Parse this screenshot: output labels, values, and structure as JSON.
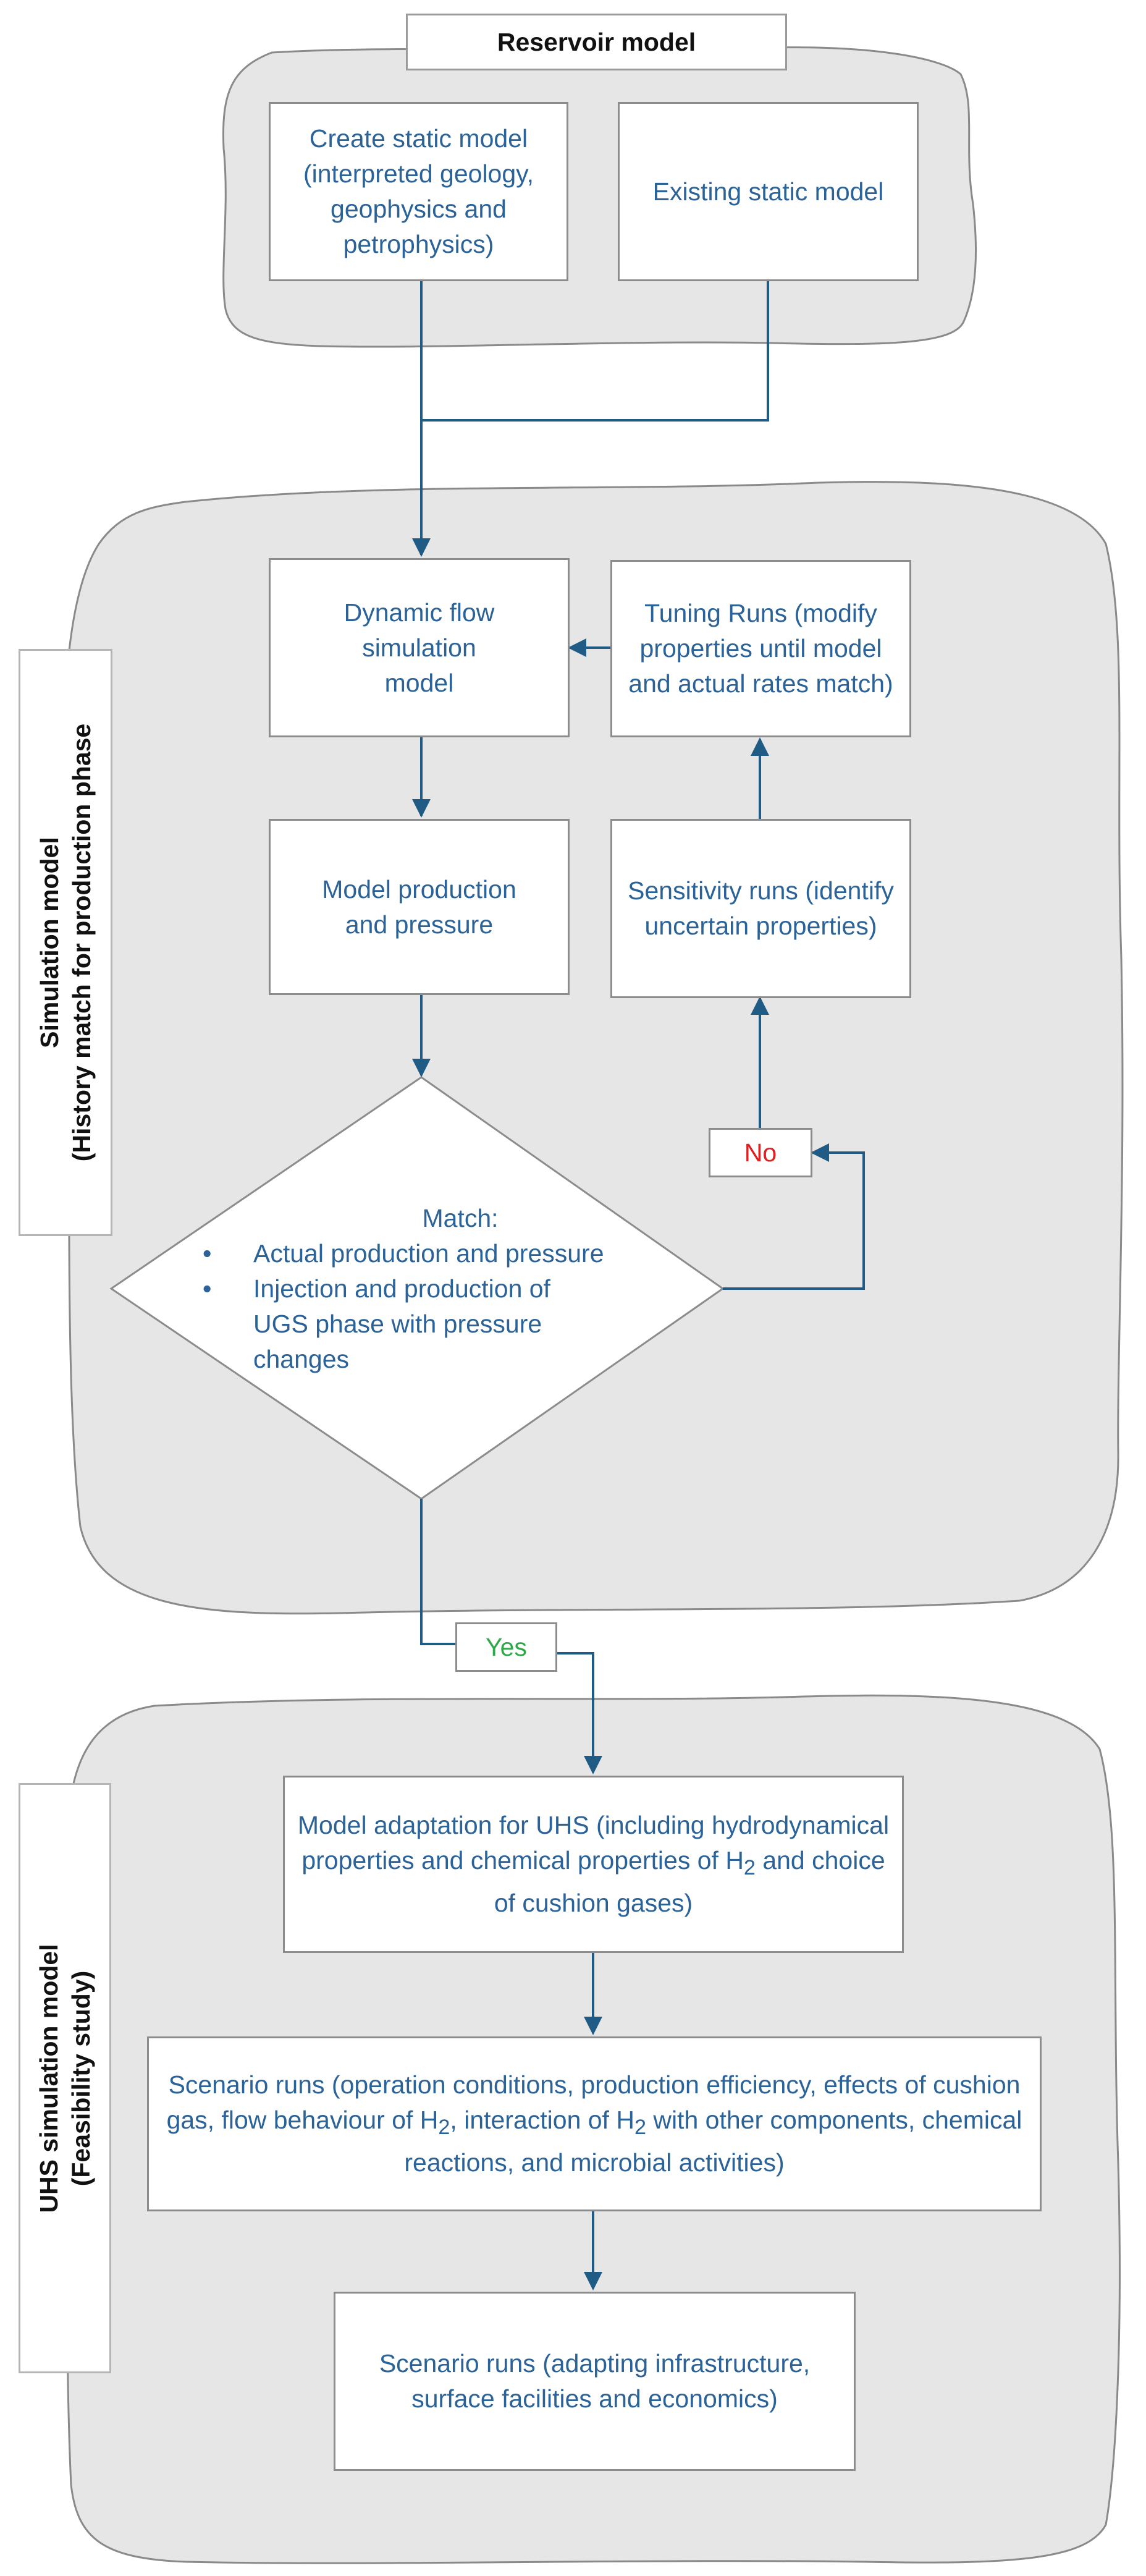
{
  "sections": {
    "reservoir": {
      "title": "Reservoir model"
    },
    "simulation": {
      "label_line1": "Simulation model",
      "label_line2": "(History match for production phase"
    },
    "uhs": {
      "label_line1": "UHS simulation model",
      "label_line2": "(Feasibility study)"
    }
  },
  "nodes": {
    "create_static": "Create static model (interpreted geology, geophysics and petrophysics)",
    "existing_static": "Existing static model",
    "dynamic_flow": "Dynamic flow simulation model",
    "tuning_runs": "Tuning Runs (modify properties until model and actual rates match)",
    "model_production": "Model production and pressure",
    "sensitivity_runs": "Sensitivity runs (identify uncertain properties)",
    "model_adaptation": {
      "pre": "Model adaptation for UHS (including hydrodynamical properties and chemical properties of H",
      "sub": "2",
      "post": " and choice of cushion gases)"
    },
    "scenario_runs_1": {
      "p1": "Scenario runs (operation conditions, production efficiency, effects of cushion gas, flow behaviour of H",
      "s1": "2",
      "p2": ", interaction of H",
      "s2": "2",
      "p3": " with other components, chemical reactions, and microbial activities)"
    },
    "scenario_runs_2": "Scenario runs (adapting infrastructure, surface facilities and economics)"
  },
  "decision": {
    "heading": "Match:",
    "bullet": "•",
    "items": [
      "Actual production and pressure",
      "Injection and production of UGS phase with pressure changes"
    ]
  },
  "labels": {
    "no": "No",
    "yes": "Yes"
  },
  "colors": {
    "text_blue": "#2b6298",
    "arrow": "#1f5b84",
    "no_red": "#e02020",
    "yes_green": "#2fa84a",
    "panel_fill": "#e6e6e6",
    "panel_stroke": "#8a8a8a"
  }
}
